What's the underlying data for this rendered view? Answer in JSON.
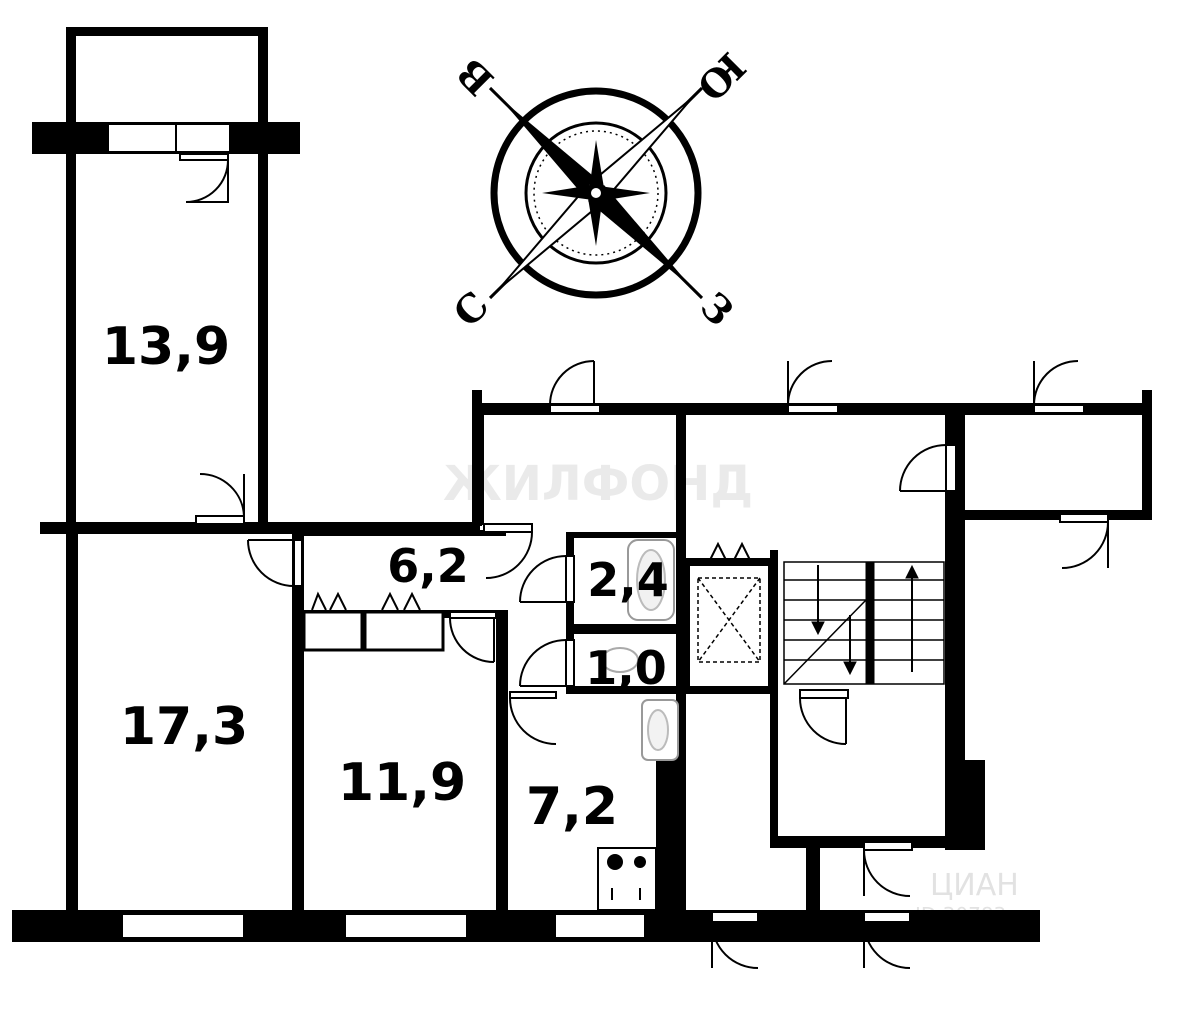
{
  "plan": {
    "rooms": {
      "balcony": "13,9",
      "room_large": "17,3",
      "hallway": "6,2",
      "bathroom": "2,4",
      "toilet": "1,0",
      "room_middle": "11,9",
      "kitchen": "7,2"
    },
    "compass": {
      "north": "С",
      "south": "Ю",
      "east": "В",
      "west": "З"
    },
    "watermarks": {
      "main": "ЖИЛФОНД",
      "corner_brand": "ЦИАН",
      "corner_id": "ID 30783"
    }
  }
}
